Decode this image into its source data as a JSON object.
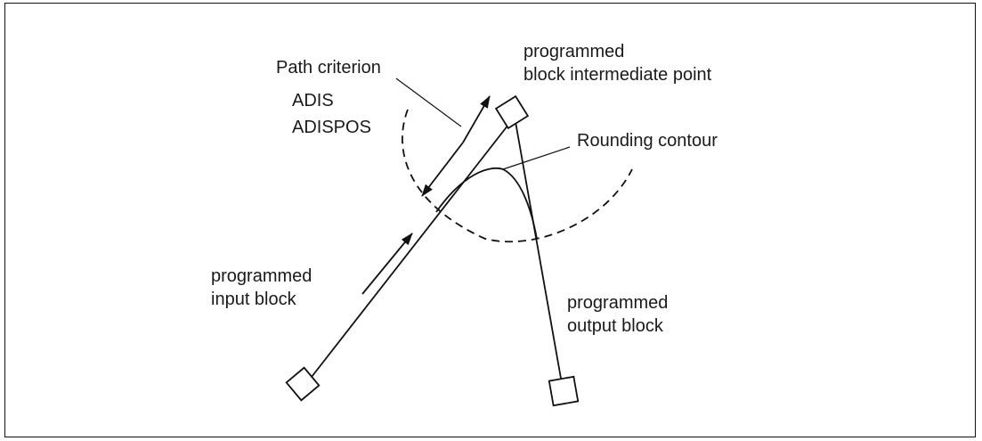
{
  "labels": {
    "path_criterion": "Path criterion",
    "adis": "ADIS",
    "adispos": "ADISPOS",
    "intermediate_line1": "programmed",
    "intermediate_line2": "block intermediate point",
    "rounding_contour": "Rounding contour",
    "input_line1": "programmed",
    "input_line2": "input block",
    "output_line1": "programmed",
    "output_line2": "output block"
  },
  "colors": {
    "stroke": "#111111",
    "text": "#1a1a1a",
    "background": "#ffffff"
  }
}
